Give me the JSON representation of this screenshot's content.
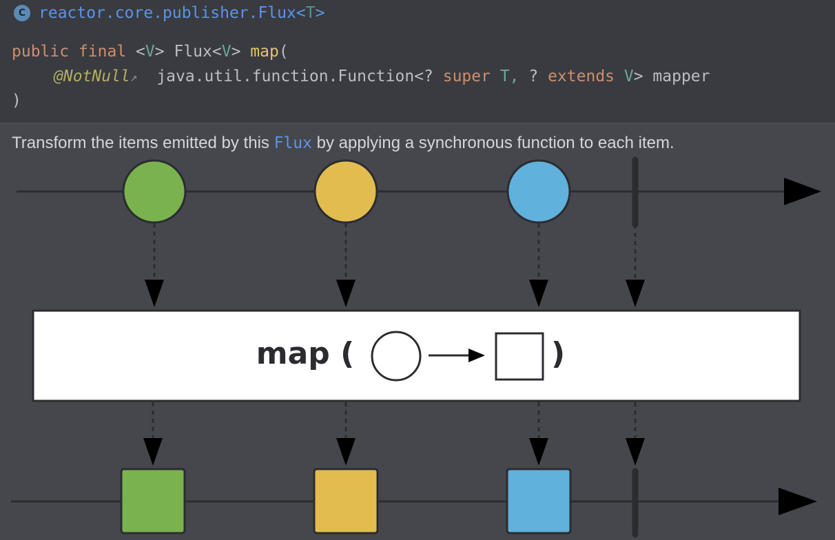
{
  "header": {
    "class_icon": "C",
    "class_path": "reactor.core.publisher.Flux",
    "class_lt": "<",
    "class_type_param": "T",
    "class_gt": ">"
  },
  "signature": {
    "kw_public": "public",
    "kw_final": "final",
    "gen_open": " <",
    "gen_v": "V",
    "gen_close": "> ",
    "ret_type": "Flux<",
    "ret_v": "V",
    "ret_close": "> ",
    "method_name": "map",
    "paren_open": "(",
    "annotation": "@NotNull",
    "ext_icon": "↗",
    "param_type": "  java.util.function.Function<? ",
    "kw_super": "super",
    "param_t": " T, ",
    "q2": "? ",
    "kw_extends": "extends",
    "param_v": " V",
    "param_close": "> mapper",
    "paren_close": ")"
  },
  "description": {
    "before": "Transform the items emitted by this ",
    "link": "Flux",
    "after": " by applying a synchronous function to each item."
  },
  "diagram": {
    "operator_label": "map (",
    "operator_close": ")",
    "colors": {
      "green": "#7ab24e",
      "yellow": "#e2bc4e",
      "blue": "#60b1db",
      "line": "#2b2c30",
      "arrow": "#000000",
      "box": "#ffffff"
    },
    "input_items": [
      "green",
      "yellow",
      "blue"
    ],
    "output_items": [
      "green",
      "yellow",
      "blue"
    ]
  }
}
